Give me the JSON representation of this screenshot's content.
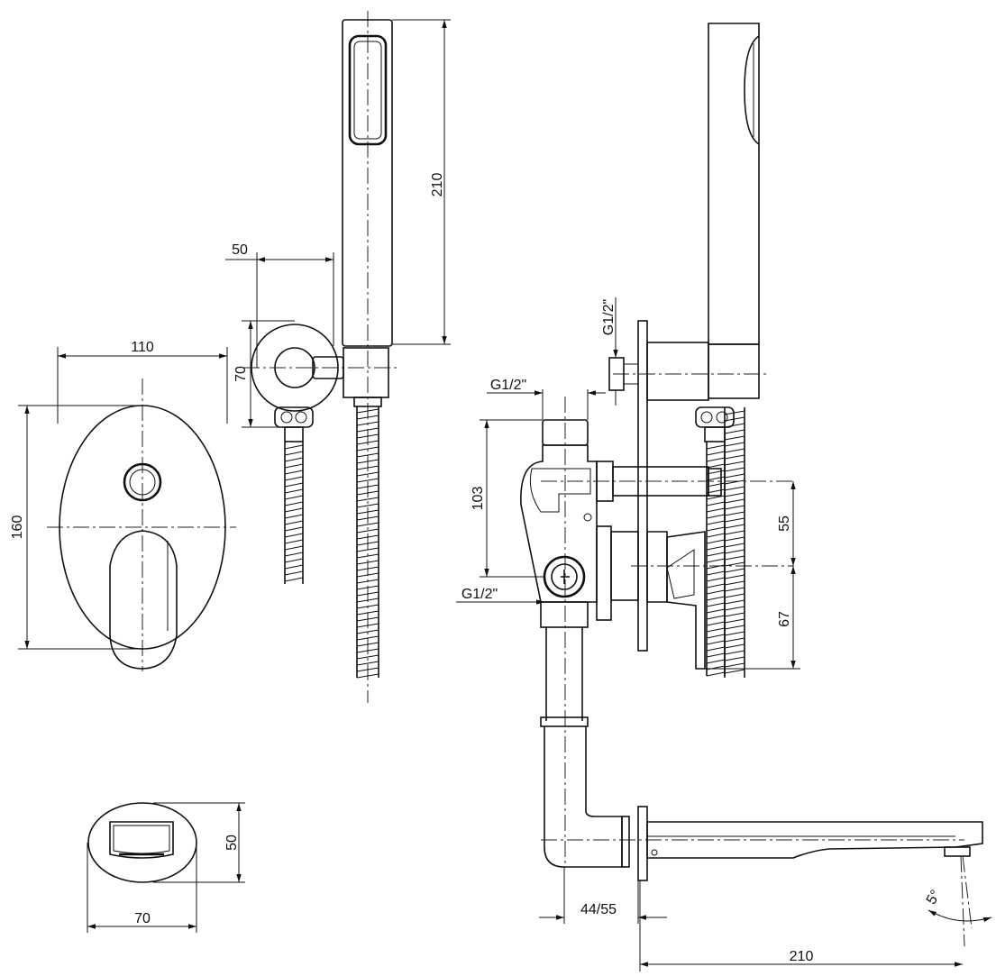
{
  "dimensions": {
    "panel_width": "110",
    "panel_height": "160",
    "holder_offset": "50",
    "holder_height": "70",
    "handshower_length": "210",
    "spout_height": "50",
    "spout_width": "70",
    "inlet_top": "G1/2\"",
    "inlet_side": "G1/2\"",
    "outlet_bottom": "G1/2\"",
    "body_height": "103",
    "upper_offset": "55",
    "lower_offset": "67",
    "wall_depth": "44/55",
    "spout_length": "210",
    "spout_angle": "5°"
  }
}
